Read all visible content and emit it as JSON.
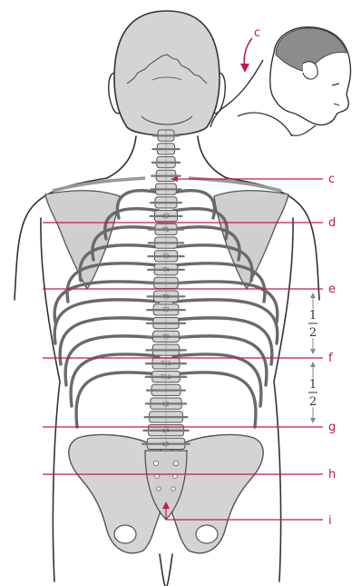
{
  "colors": {
    "accent": "#c2185b",
    "bone_fill": "#d4d4d4",
    "bone_stroke": "#555555",
    "outline": "#333333"
  },
  "labels": {
    "head_c": "c",
    "c": "c",
    "d": "d",
    "e": "e",
    "f": "f",
    "g": "g",
    "h": "h",
    "i": "i"
  },
  "fraction_upper": {
    "numerator": "1",
    "denominator": "2"
  },
  "fraction_lower": {
    "numerator": "1",
    "denominator": "2"
  },
  "vertebrae": {
    "c7": "C7",
    "t1": "T1",
    "t3": "T3",
    "t4": "T4",
    "t6": "T6",
    "t7": "T7",
    "t9": "T9",
    "t11": "T11",
    "t12": "T12",
    "l2": "L2",
    "l4": "L4",
    "l5": "L5"
  }
}
